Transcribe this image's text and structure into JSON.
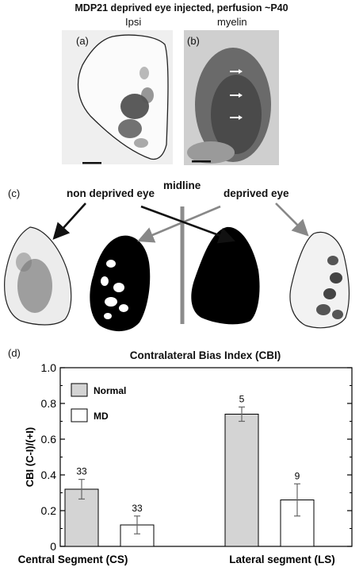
{
  "figure": {
    "header": "MDP21  deprived eye injected, perfusion ~P40",
    "panel_a": {
      "letter": "(a)",
      "title": "Ipsi"
    },
    "panel_b": {
      "letter": "(b)",
      "title": "myelin"
    },
    "panel_c": {
      "letter": "(c)",
      "label_non_deprived": "non deprived eye",
      "label_midline": "midline",
      "label_deprived": "deprived eye"
    },
    "panel_d": {
      "letter": "(d)"
    }
  },
  "chart_data": {
    "type": "bar",
    "title": "Contralateral Bias Index (CBI)",
    "xlabel": "",
    "ylabel": "CBI (C-I)/(+I)",
    "ylim": [
      0,
      1.0
    ],
    "yticks": [
      "0",
      "0.2",
      "0.4",
      "0.6",
      "0.8",
      "1.0"
    ],
    "categories": [
      "Central Segment (CS)",
      "Lateral segment (LS)"
    ],
    "legend_position": "top-left",
    "series": [
      {
        "name": "Normal",
        "color": "#d4d4d4",
        "values": [
          0.32,
          0.74
        ],
        "errors": [
          0.055,
          0.04
        ],
        "n": [
          "33",
          "5"
        ]
      },
      {
        "name": "MD",
        "color": "#ffffff",
        "values": [
          0.12,
          0.26
        ],
        "errors": [
          0.05,
          0.09
        ],
        "n": [
          "33",
          "9"
        ]
      }
    ]
  }
}
